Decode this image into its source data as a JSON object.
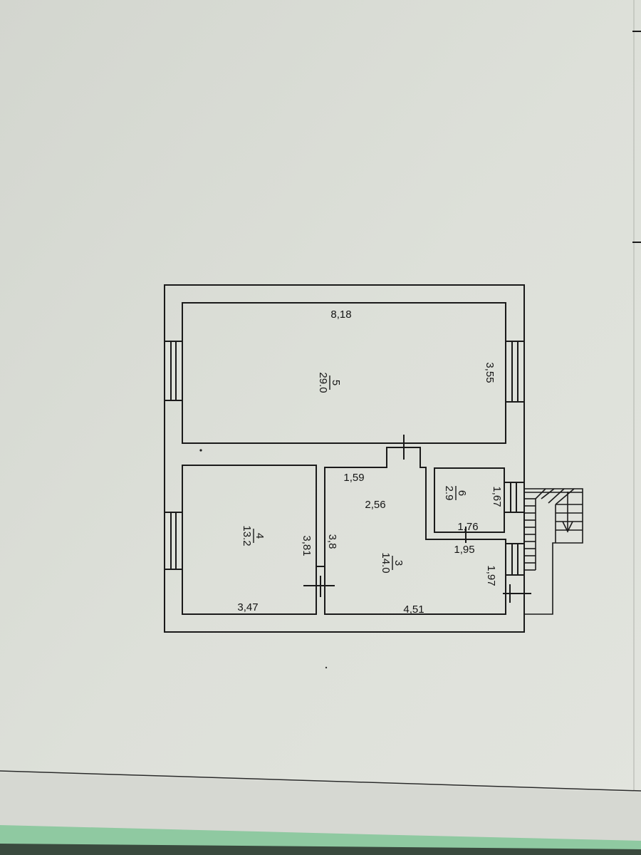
{
  "plan": {
    "rooms": [
      {
        "number": "5",
        "area": "29.0"
      },
      {
        "number": "4",
        "area": "13.2"
      },
      {
        "number": "3",
        "area": "14.0"
      },
      {
        "number": "6",
        "area": "2.9"
      }
    ],
    "dimensions": {
      "room5_width": "8,18",
      "room5_depth": "3,55",
      "room4_width": "3,47",
      "room4_depth": "3,81",
      "corridor_width": "1,59",
      "corridor_depth": "2,56",
      "room3_depth": "3,8",
      "room3_width": "4,51",
      "room6_depth": "1,67",
      "room6_width": "1,76",
      "room3_notch_width": "1,95",
      "room3_notch_depth": "1,97"
    }
  },
  "colors": {
    "paper": "#dcdfd8",
    "line": "#1a1a1a",
    "background": "#cfd1cb",
    "green_strip": "#8fc9a1"
  }
}
